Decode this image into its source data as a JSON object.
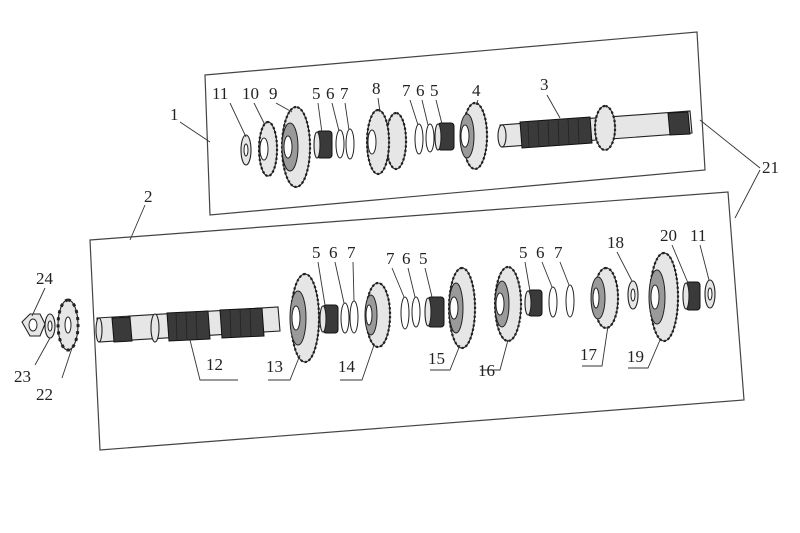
{
  "callouts": {
    "c1": "1",
    "c2": "2",
    "c3": "3",
    "c4": "4",
    "c5a": "5",
    "c5b": "5",
    "c5c": "5",
    "c5d": "5",
    "c5e": "5",
    "c6a": "6",
    "c6b": "6",
    "c6c": "6",
    "c6d": "6",
    "c6e": "6",
    "c7a": "7",
    "c7b": "7",
    "c7c": "7",
    "c7d": "7",
    "c7e": "7",
    "c8": "8",
    "c9": "9",
    "c10": "10",
    "c11a": "11",
    "c11b": "11",
    "c12": "12",
    "c13": "13",
    "c14": "14",
    "c15": "15",
    "c16": "16",
    "c17": "17",
    "c18": "18",
    "c19": "19",
    "c20": "20",
    "c21": "21",
    "c22": "22",
    "c23": "23",
    "c24": "24"
  }
}
